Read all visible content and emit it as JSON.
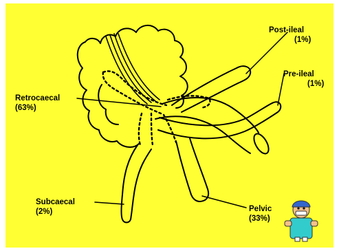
{
  "labels": {
    "post_ileal": {
      "name": "Post-ileal",
      "pct": "(1%)"
    },
    "pre_ileal": {
      "name": "Pre-ileal",
      "pct": "(1%)"
    },
    "retrocaecal": {
      "name": "Retrocaecal",
      "pct": "(63%)"
    },
    "subcaecal": {
      "name": "Subcaecal",
      "pct": "(2%)"
    },
    "pelvic": {
      "name": "Pelvic",
      "pct": "(33%)"
    }
  },
  "colors": {
    "background": "#ffff33",
    "page": "#ffffff",
    "outline": "#000000"
  },
  "icons": [
    "doctor-mascot-icon"
  ]
}
